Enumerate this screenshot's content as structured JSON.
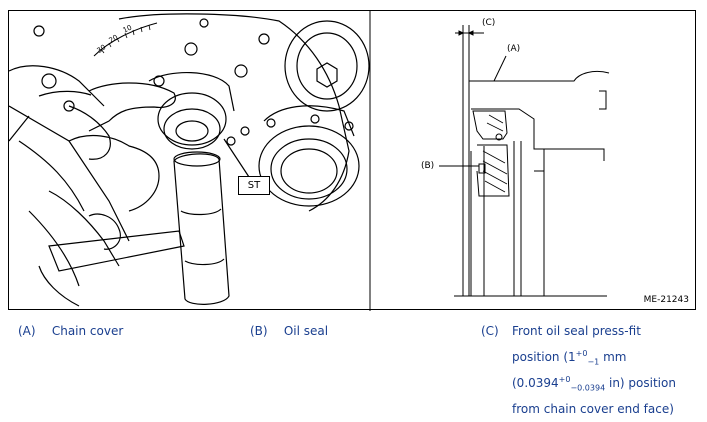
{
  "figure": {
    "st_label": "ST",
    "callout_a": "(A)",
    "callout_b": "(B)",
    "callout_c": "(C)",
    "figure_id": "ME-21243",
    "torque_scale": [
      "10",
      "20",
      "30"
    ]
  },
  "legend": {
    "a_key": "(A)",
    "a_text": "Chain cover",
    "b_key": "(B)",
    "b_text": "Oil seal",
    "c_key": "(C)",
    "c_line1": "Front oil seal press-fit",
    "c_line2_pre": "position (1",
    "c_sup1": "+0",
    "c_sub1": "−1",
    "c_line2_post": " mm",
    "c_line3_pre": "(0.0394",
    "c_sup2": "+0",
    "c_sub2": "−0.0394",
    "c_line3_post": " in) position",
    "c_line4": "from chain cover end face)"
  },
  "colors": {
    "legend_text": "#1a3f8f",
    "line": "#000000"
  }
}
